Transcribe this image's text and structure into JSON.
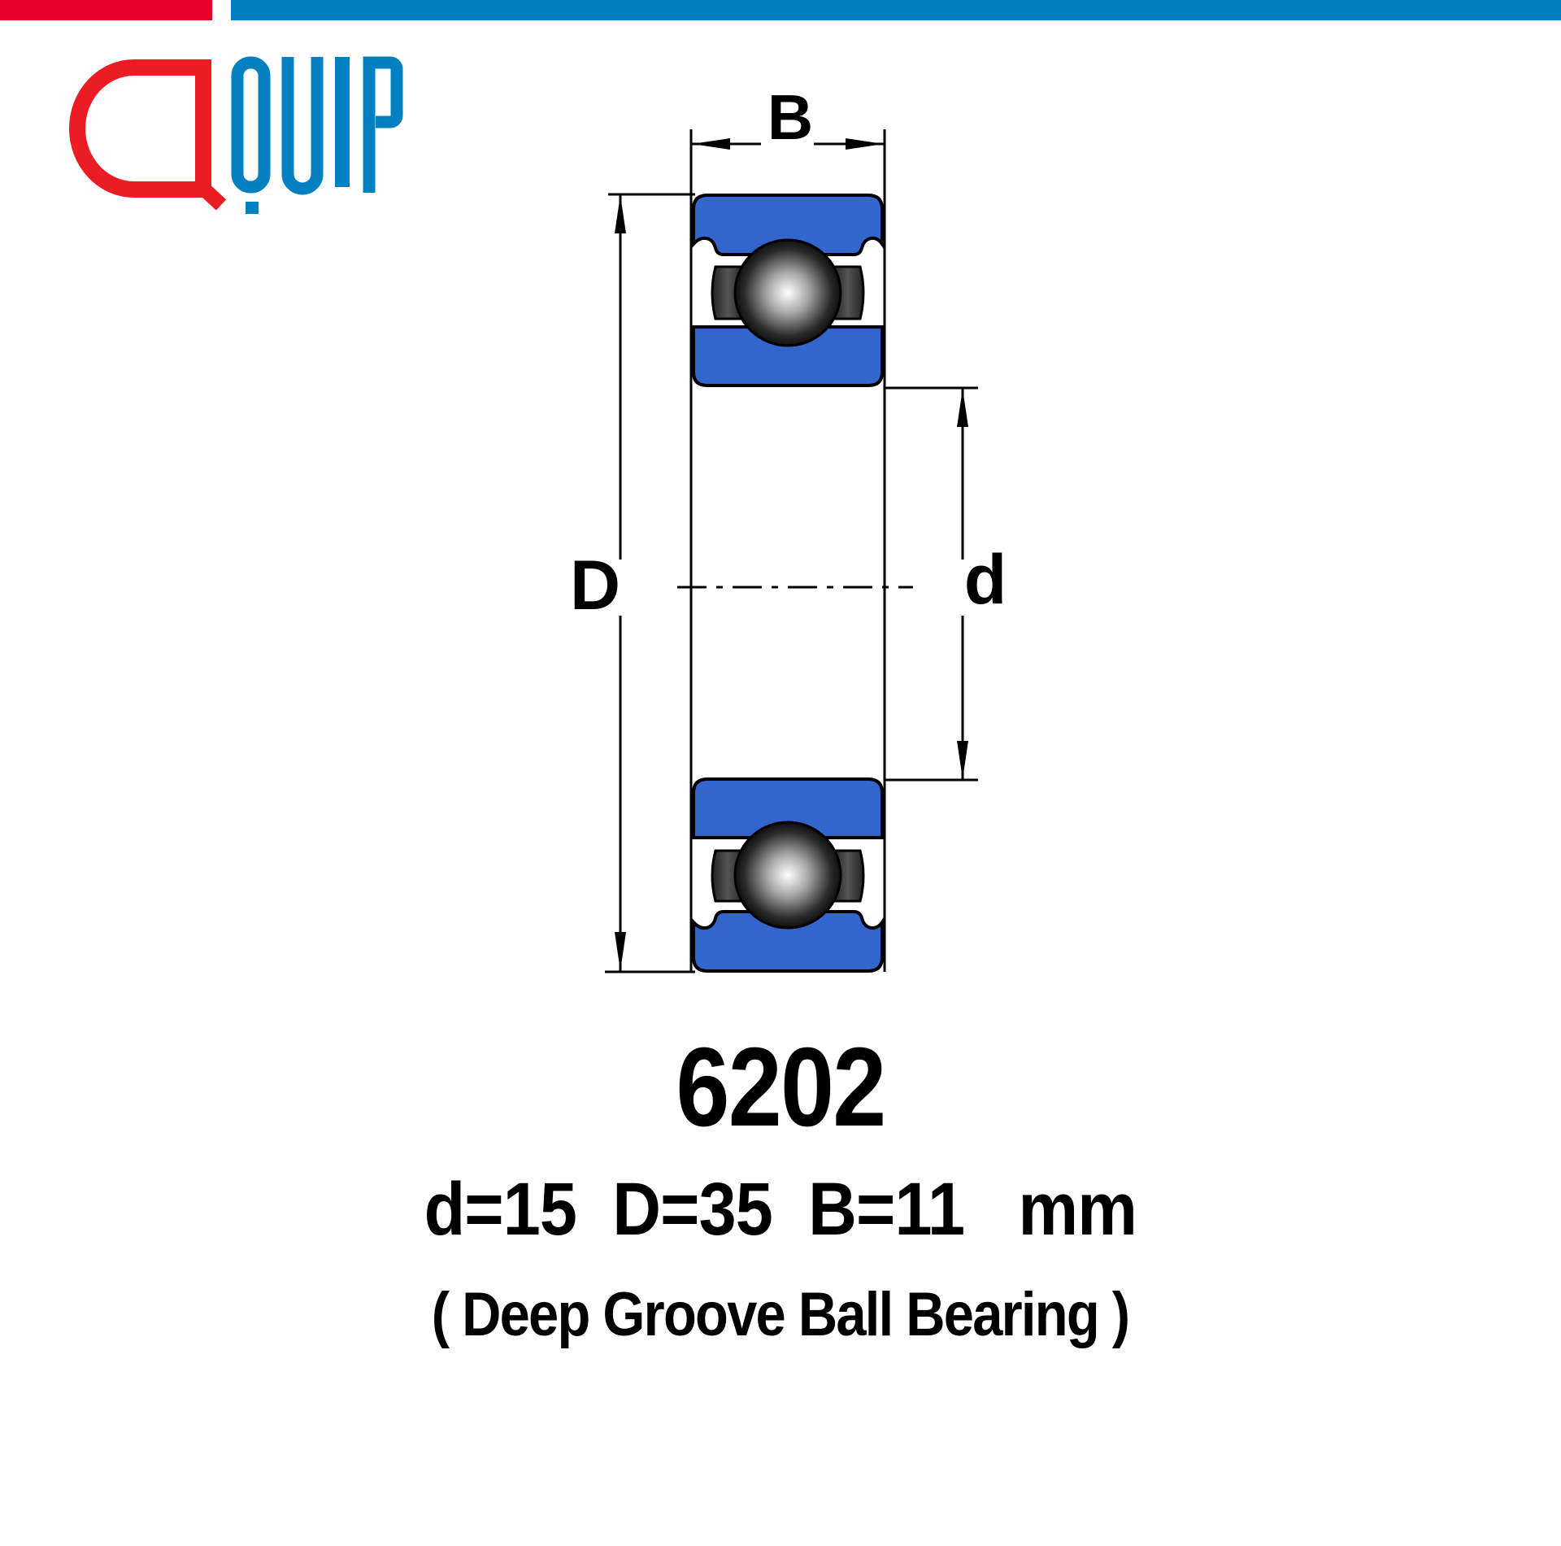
{
  "brand": {
    "logo_text": "QUIP",
    "logo_icon": "quip-logo-icon",
    "colors": {
      "red": "#E4002B",
      "logo_red": "#EC1C24",
      "blue": "#0080C0",
      "bearing_blue": "#3366CC",
      "line": "#000000"
    }
  },
  "diagram": {
    "labels": {
      "width": "B",
      "outer_diameter": "D",
      "inner_diameter": "d"
    }
  },
  "product": {
    "model": "6202",
    "dimensions": {
      "d": "d=15",
      "D": "D=35",
      "B": "B=11",
      "unit": "mm"
    },
    "dimensions_line": "d=15  D=35  B=11   mm",
    "type": "( Deep Groove Ball Bearing )"
  }
}
